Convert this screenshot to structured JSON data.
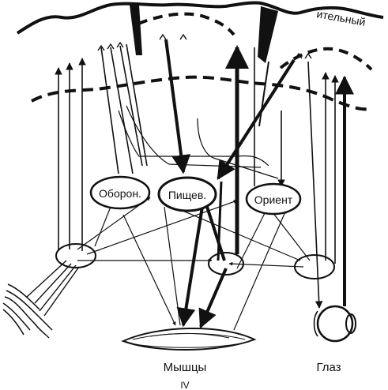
{
  "diagram": {
    "cortex_label": "ительный",
    "nodes": {
      "defensive": "Оборон.",
      "food": "Пищев.",
      "orienting": "Ориент"
    },
    "effectors": {
      "muscle": "Мышцы",
      "eye": "Глаз"
    },
    "figure_number": "IV"
  },
  "colors": {
    "ink": "#111111",
    "paper": "#ffffff"
  }
}
